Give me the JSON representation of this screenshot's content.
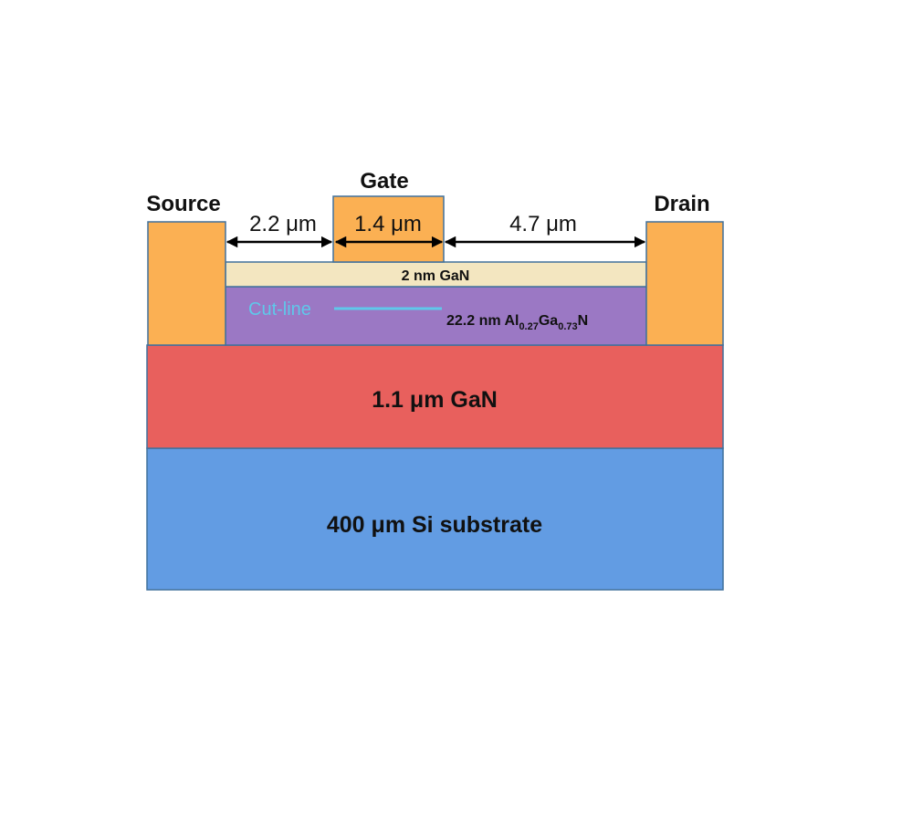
{
  "colors": {
    "contact": "#fbb053",
    "gan_cap": "#f3e6c0",
    "algan": "#9b78c4",
    "gan_buffer": "#e8605d",
    "substrate": "#629ce3",
    "cutline": "#5fc8ea",
    "border": "#41719c"
  },
  "labels": {
    "source": "Source",
    "gate": "Gate",
    "drain": "Drain",
    "dim_source_gate": "2.2 μm",
    "dim_gate": "1.4 μm",
    "dim_gate_drain": "4.7 μm",
    "cap_layer": "2 nm GaN",
    "cutline": "Cut-line",
    "barrier_prefix": "22.2 nm Al",
    "barrier_al_sub": "0.27",
    "barrier_ga": "Ga",
    "barrier_ga_sub": "0.73",
    "barrier_n": "N",
    "buffer_layer": "1.1 μm GaN",
    "substrate_layer": "400 μm Si substrate"
  }
}
